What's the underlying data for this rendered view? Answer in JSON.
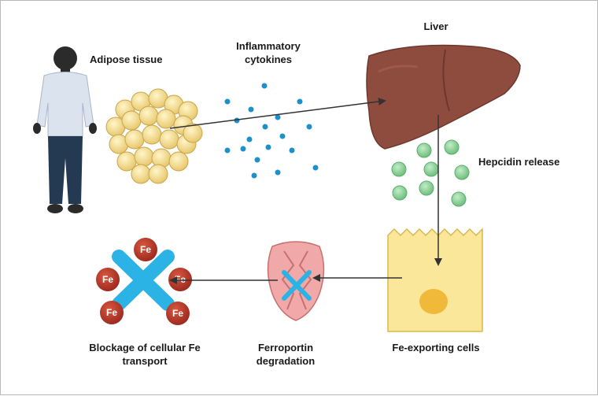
{
  "labels": {
    "liver": "Liver",
    "adipose": "Adipose tissue",
    "cytokines_line1": "Inflammatory",
    "cytokines_line2": "cytokines",
    "hepcidin": "Hepcidin release",
    "fe_exporting": "Fe-exporting cells",
    "ferroportin_line1": "Ferroportin",
    "ferroportin_line2": "degradation",
    "blockage_line1": "Blockage of cellular Fe",
    "blockage_line2": "transport"
  },
  "iron_symbol": "Fe",
  "colors": {
    "body": "#243a52",
    "skin": "#2b2b2b",
    "shirt": "#dbe3ef",
    "fat_cell": "#f3dd92",
    "fat_outline": "#c9a64a",
    "cytokine": "#1e90c8",
    "liver": "#8e4c3f",
    "hepcidin": "#8fd49a",
    "cell": "#fae79a",
    "nucleus": "#f0b93a",
    "ferroportin": "#f0a8a8",
    "cross": "#2bb3e6",
    "iron": "#b83a2e",
    "arrow": "#333333"
  }
}
